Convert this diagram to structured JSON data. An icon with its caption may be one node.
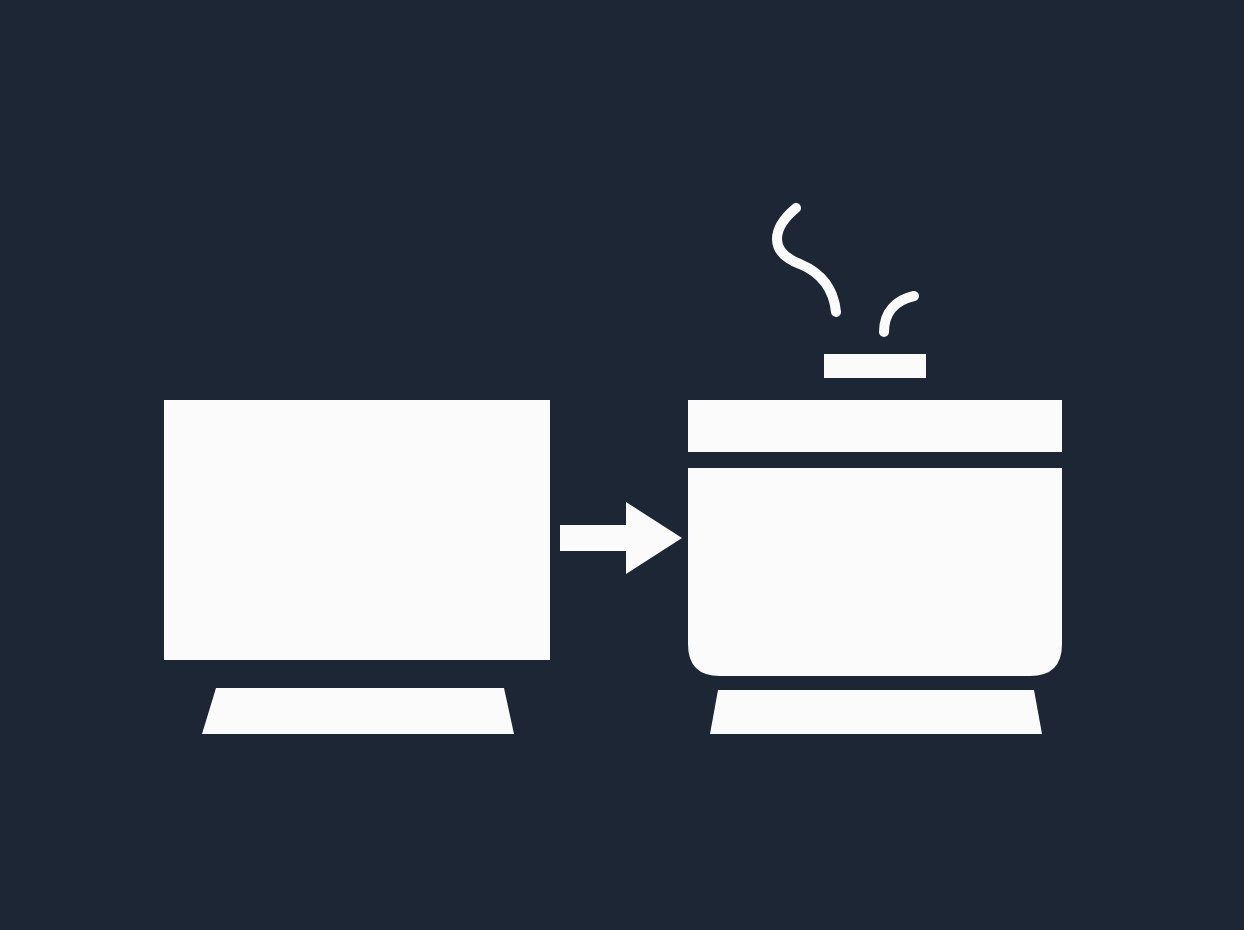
{
  "diagram": {
    "nodes": [
      {
        "text": [],
        "shape": "box"
      },
      {
        "text": [],
        "shape": "picture"
      }
    ],
    "edges": [
      {
        "from": 0,
        "to": 1,
        "arrow": "to"
      }
    ]
  }
}
